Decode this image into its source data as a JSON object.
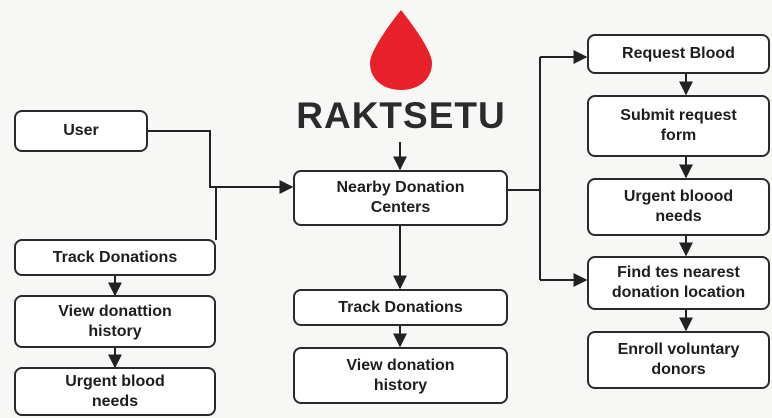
{
  "title": "RAKTSETU",
  "colors": {
    "drop": "#e8202a",
    "line": "#222222",
    "box_border": "#2a2a2a"
  },
  "icons": {
    "logo": "blood-drop-icon"
  },
  "nodes": {
    "user": "User",
    "left_track": "Track Donations",
    "left_view_history": "View donattion\nhistory",
    "left_urgent": "Urgent blood\nneeds",
    "center_nearby": "Nearby Donation\nCenters",
    "center_track": "Track Donations",
    "center_view_history": "View donation\nhistory",
    "right_request": "Request Blood",
    "right_submit": "Submit request\nform",
    "right_urgent": "Urgent bloood\nneeds",
    "right_find": "Find tes nearest\ndonation location",
    "right_enroll": "Enroll voluntary\ndonors"
  }
}
